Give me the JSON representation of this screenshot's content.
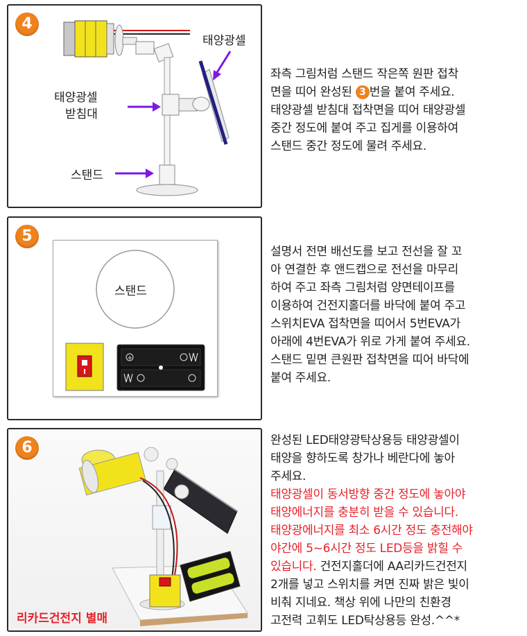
{
  "steps": [
    {
      "number": "4",
      "labels": {
        "solar_cell": "태양광셀",
        "holder_line1": "태양광셀",
        "holder_line2": "받침대",
        "stand": "스탠드"
      },
      "text_lines": [
        "좌측 그림처럼 스탠드 작은쪽 원판 접착",
        {
          "before": "면을 띠어 완성된 ",
          "circle": "3",
          "after": "번을 붙여 주세요."
        },
        "태양광셀 받침대 접착면을 띠어 태양광셀",
        "중간 정도에 붙여 주고 집게를 이용하여",
        "스탠드 중간 정도에 물려 주세요."
      ]
    },
    {
      "number": "5",
      "labels": {
        "stand_circle": "스탠드"
      },
      "text_lines": [
        "설명서 전면 배선도를 보고 전선을 잘 꼬",
        "아 연결한 후 앤드캡으로 전선을 마무리",
        "하여 주고 좌측 그림처럼 양면테이프를",
        "이용하여 건전지홀더를 바닥에 붙여 주고",
        "스위치EVA 접착면을 띠어서 5번EVA가",
        "아래에 4번EVA가 위로 가게 붙여 주세요.",
        "스탠드 밑면 큰원판 접착면을 띠어 바닥에",
        "붙여 주세요."
      ]
    },
    {
      "number": "6",
      "caption": "리카드건전지 별매",
      "text_black_1": [
        "완성된 LED태양광탁상용등 태양광셀이",
        "태양을 향하도록 창가나 베란다에 놓아",
        "주세요."
      ],
      "text_red": [
        "태양광셀이 동서방향 중간 정도에 놓아야",
        "태양에너지를 충분히 받을 수 있습니다.",
        "태양광에너지를 최소 6시간 정도 충전해야",
        "야간에 5~6시간 정도 LED등을 밝힐 수",
        "있습니다."
      ],
      "text_black_2_inline": " 건전지홀더에 AA리카드건전지",
      "text_black_2": [
        "2개를 넣고 스위치를 켜면 진짜 밝은 빛이",
        "비춰 지네요.  책상 위에 나만의 친환경",
        "고전력 고휘도 LED탁상용등 완성.^^*"
      ]
    }
  ],
  "colors": {
    "badge_orange": "#f0821e",
    "arrow_purple": "#7b19e6",
    "highlight_red": "#e8202a",
    "battery_yellow": "#f2e21c"
  }
}
